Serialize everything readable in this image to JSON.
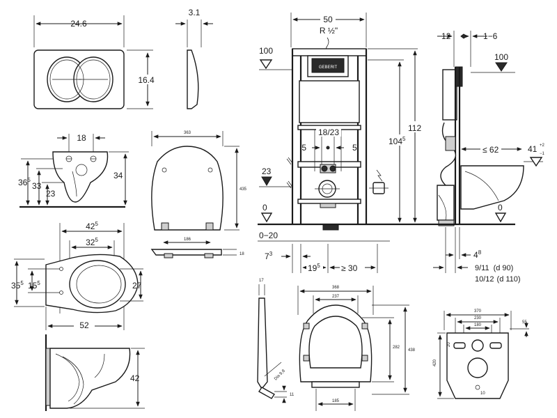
{
  "flush_plate": {
    "width": "24.6",
    "height": "16.4",
    "depth": "3.1"
  },
  "bowl_side": {
    "hole_spacing": "18",
    "height_left": "36",
    "height_left_sup": "5",
    "height_mid": "33",
    "height_low": "23",
    "height_right": "34"
  },
  "bowl_top": {
    "overall_length": "42",
    "overall_length_sup": "5",
    "inner_length": "32",
    "inner_length_sup": "5",
    "width_a": "35",
    "width_a_sup": "5",
    "width_b": "15",
    "width_b_sup": "5",
    "rim_width": "27",
    "projection": "52"
  },
  "bowl_section": {
    "height": "42"
  },
  "seat_top": {
    "width": "363",
    "length": "435",
    "hinge": "186",
    "thickness": "18"
  },
  "frame_front": {
    "width": "50",
    "thread": "R ½\"",
    "level_top": "100",
    "spacing": "18/23",
    "offset_left": "5",
    "offset_right": "5",
    "height_total": "112",
    "height_main": "104",
    "height_main_sup": "5",
    "level_pipe": "23",
    "level_floor": "0",
    "floor_range": "0−20",
    "bottom_left": "7",
    "bottom_left_sup": "3",
    "bottom_mid": "19",
    "bottom_mid_sup": "5",
    "bottom_right": "≥ 30",
    "brand": "GEBERIT"
  },
  "frame_side": {
    "depth": "12",
    "adjust": "1−6",
    "level_top": "100",
    "reach": "≤ 62",
    "height_value": "41",
    "height_tol_plus": "+2",
    "height_tol_minus": "−1",
    "level_floor": "0",
    "offset": "4",
    "offset_sup": "8",
    "pipe_a": "9/11",
    "pipe_a_note": "(d 90)",
    "pipe_b": "10/12",
    "pipe_b_note": "(d 110)"
  },
  "seat_side": {
    "thickness": "17",
    "angle_label": "Dia 9,8",
    "base": "11"
  },
  "seat_open": {
    "width": "368",
    "inner": "237",
    "mid": "282",
    "length": "438",
    "hinge": "185"
  },
  "mounting_plate": {
    "width": "370",
    "mid": "230",
    "inner": "180",
    "height": "420",
    "slot": "20",
    "bottom": "10",
    "corner": "55"
  }
}
